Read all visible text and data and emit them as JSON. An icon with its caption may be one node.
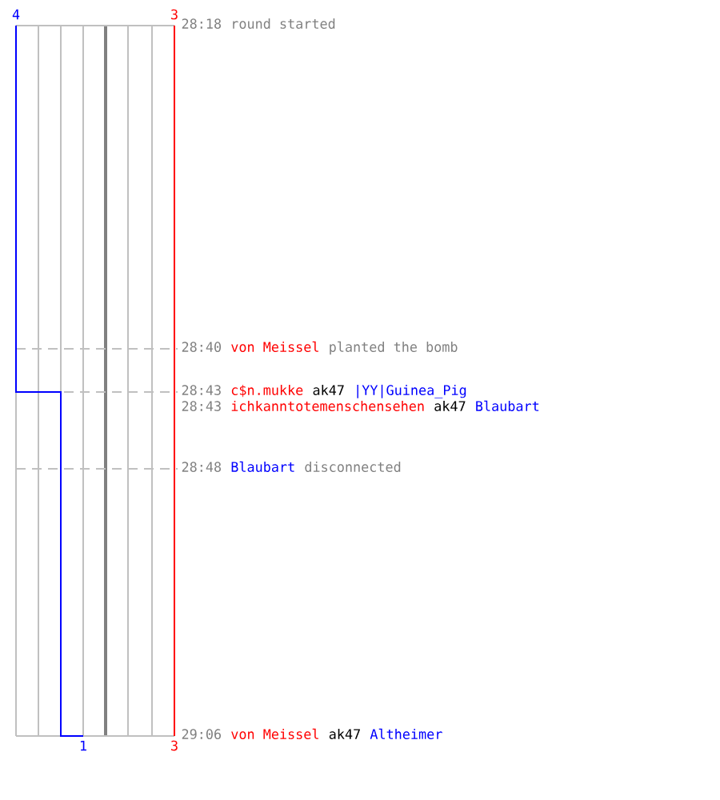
{
  "diagram": {
    "labels": [
      "4",
      "3",
      "28:18",
      "round started",
      "28:40",
      "von Meissel",
      "planted the bomb",
      "28:43",
      "c$n.mukke",
      "ak47",
      "|YY|Guinea_Pig",
      "28:43",
      "ichkanntotemenschensehen",
      "ak47",
      "Blaubart",
      "28:48",
      "Blaubart",
      "disconnected",
      "1",
      "3",
      "29:06",
      "von Meissel",
      "ak47",
      "Altheimer"
    ]
  }
}
